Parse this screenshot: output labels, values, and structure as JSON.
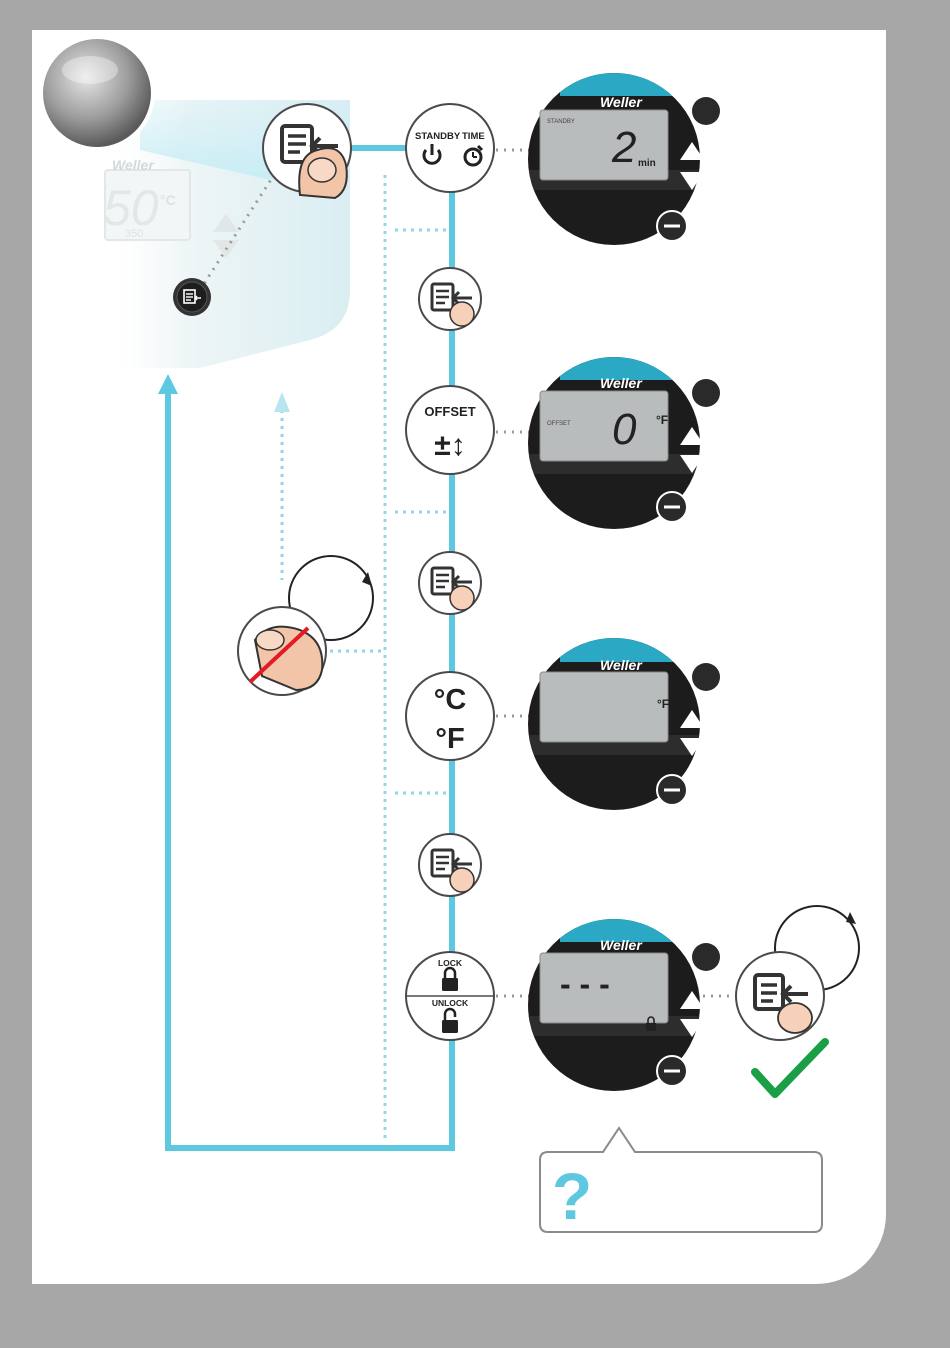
{
  "brand": "Weller",
  "station": {
    "temp_value": "50",
    "temp_unit": "°C",
    "set_value": "350"
  },
  "icons": {
    "menu_button": "menu-enter-icon",
    "standby": "power-icon",
    "time": "timer-icon",
    "offset": "plus-minus-arrows-icon",
    "lock": "padlock-closed-icon",
    "unlock": "padlock-open-icon",
    "help": "question-mark-icon",
    "confirm": "checkmark-icon",
    "no_press": "crossed-finger-icon"
  },
  "steps": [
    {
      "label_top": "STANDBY",
      "label_top_right": "TIME",
      "lcd_label": "STANDBY",
      "lcd_value": "2",
      "lcd_unit": "min"
    },
    {
      "label_top": "OFFSET",
      "label_symbol": "±↕",
      "lcd_label": "OFFSET",
      "lcd_value": "0",
      "lcd_unit": "°F"
    },
    {
      "label_c": "°C",
      "label_f": "°F",
      "lcd_value": "",
      "lcd_unit": "°F"
    },
    {
      "label_lock": "LOCK",
      "label_unlock": "UNLOCK",
      "lcd_value": "- - -"
    }
  ],
  "help_mark": "?",
  "colors": {
    "accent": "#5ec8e0",
    "teal": "#2aa8c4",
    "check": "#1a9e46",
    "cross": "#e21b24",
    "lcd": "#b9bcbc"
  }
}
